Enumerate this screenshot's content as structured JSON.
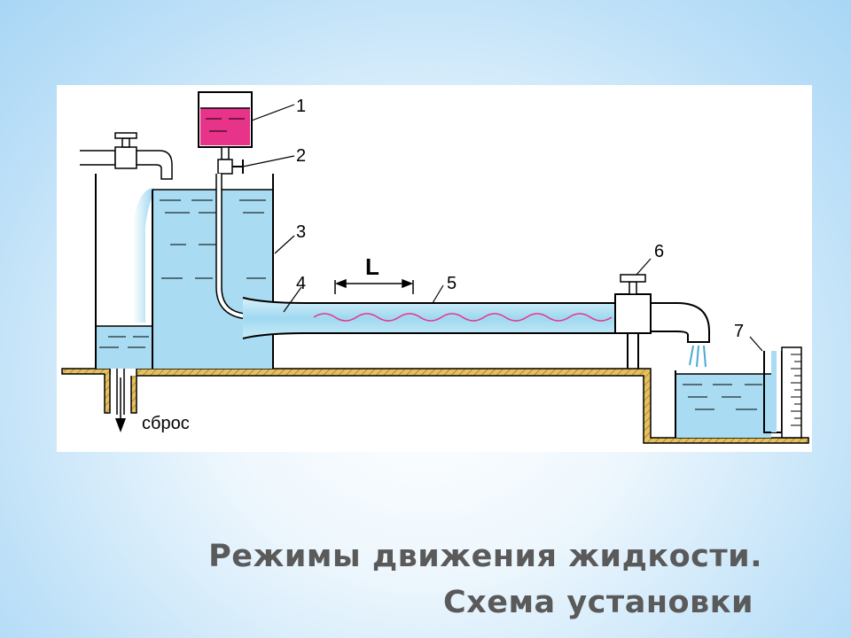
{
  "diagram": {
    "labels": {
      "n1": "1",
      "n2": "2",
      "n3": "3",
      "n4": "4",
      "n5": "5",
      "n6": "6",
      "n7": "7",
      "length": "L",
      "drain": "сброс"
    }
  },
  "title": {
    "line1": "Режимы  движения жидкости.",
    "line2": "Схема установки"
  },
  "colors": {
    "water": "#a9dcf2",
    "dye": "#e8338a",
    "ground": "#e0b84a",
    "title": "#5a5a5a"
  }
}
